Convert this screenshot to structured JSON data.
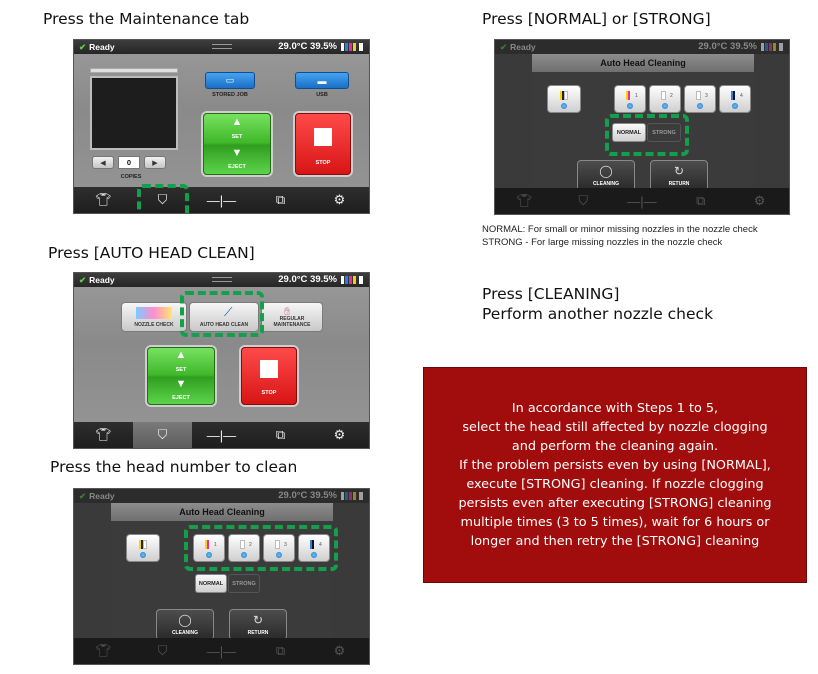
{
  "captions": {
    "step1": "Press the Maintenance tab",
    "step2": "Press [AUTO HEAD CLEAN]",
    "step3": "Press the head number to clean",
    "step4": "Press [NORMAL] or [STRONG]",
    "step5_line1": "Press [CLEANING]",
    "step5_line2": "Perform another nozzle check"
  },
  "notes": {
    "normal": "NORMAL: For small or minor missing nozzles in the nozzle check",
    "strong": "STRONG - For large missing nozzles in the nozzle check"
  },
  "status": {
    "ready": "Ready",
    "temp_humidity": "29.0°C 39.5%"
  },
  "screen1": {
    "stored_job": "STORED JOB",
    "usb": "USB",
    "set": "SET",
    "eject": "EJECT",
    "stop": "STOP",
    "copies_value": "0",
    "copies_label": "COPIES"
  },
  "screen2": {
    "nozzle_check": "NOZZLE CHECK",
    "auto_head_clean": "AUTO HEAD CLEAN",
    "regular_maintenance": "REGULAR MAINTENANCE",
    "set": "SET",
    "eject": "EJECT",
    "stop": "STOP"
  },
  "dialog": {
    "title": "Auto Head Cleaning",
    "normal": "NORMAL",
    "strong": "STRONG",
    "cleaning": "CLEANING",
    "return": "RETURN",
    "head1": "1",
    "head2": "2",
    "head3": "3",
    "head4": "4"
  },
  "instruction_lines": [
    "In accordance with Steps 1 to 5,",
    "select the head still affected by nozzle clogging",
    "and perform the cleaning again.",
    "If the problem persists even by using [NORMAL],",
    "execute [STRONG] cleaning. If nozzle clogging",
    "persists even after executing [STRONG] cleaning",
    "multiple times (3 to 5 times), wait for 6 hours or",
    "longer and then retry the [STRONG] cleaning"
  ],
  "colors": {
    "highlight_dash": "#13a04a",
    "instruction_bg": "#a10c0c",
    "go_green": "#3fb82a",
    "stop_red": "#d81515",
    "nav_blue": "#1a6fc6"
  },
  "icons": {
    "nav": [
      "tshirt-icon",
      "maintenance-icon",
      "crosshair-icon",
      "move-icon",
      "gear-icon"
    ],
    "status": [
      "ready-check-icon",
      "ink-level-icon",
      "battery-icon"
    ],
    "buttons": [
      "folder-icon",
      "usb-icon",
      "arrow-up-icon",
      "arrow-down-icon",
      "stop-square-icon",
      "refresh-icon",
      "return-icon"
    ]
  }
}
